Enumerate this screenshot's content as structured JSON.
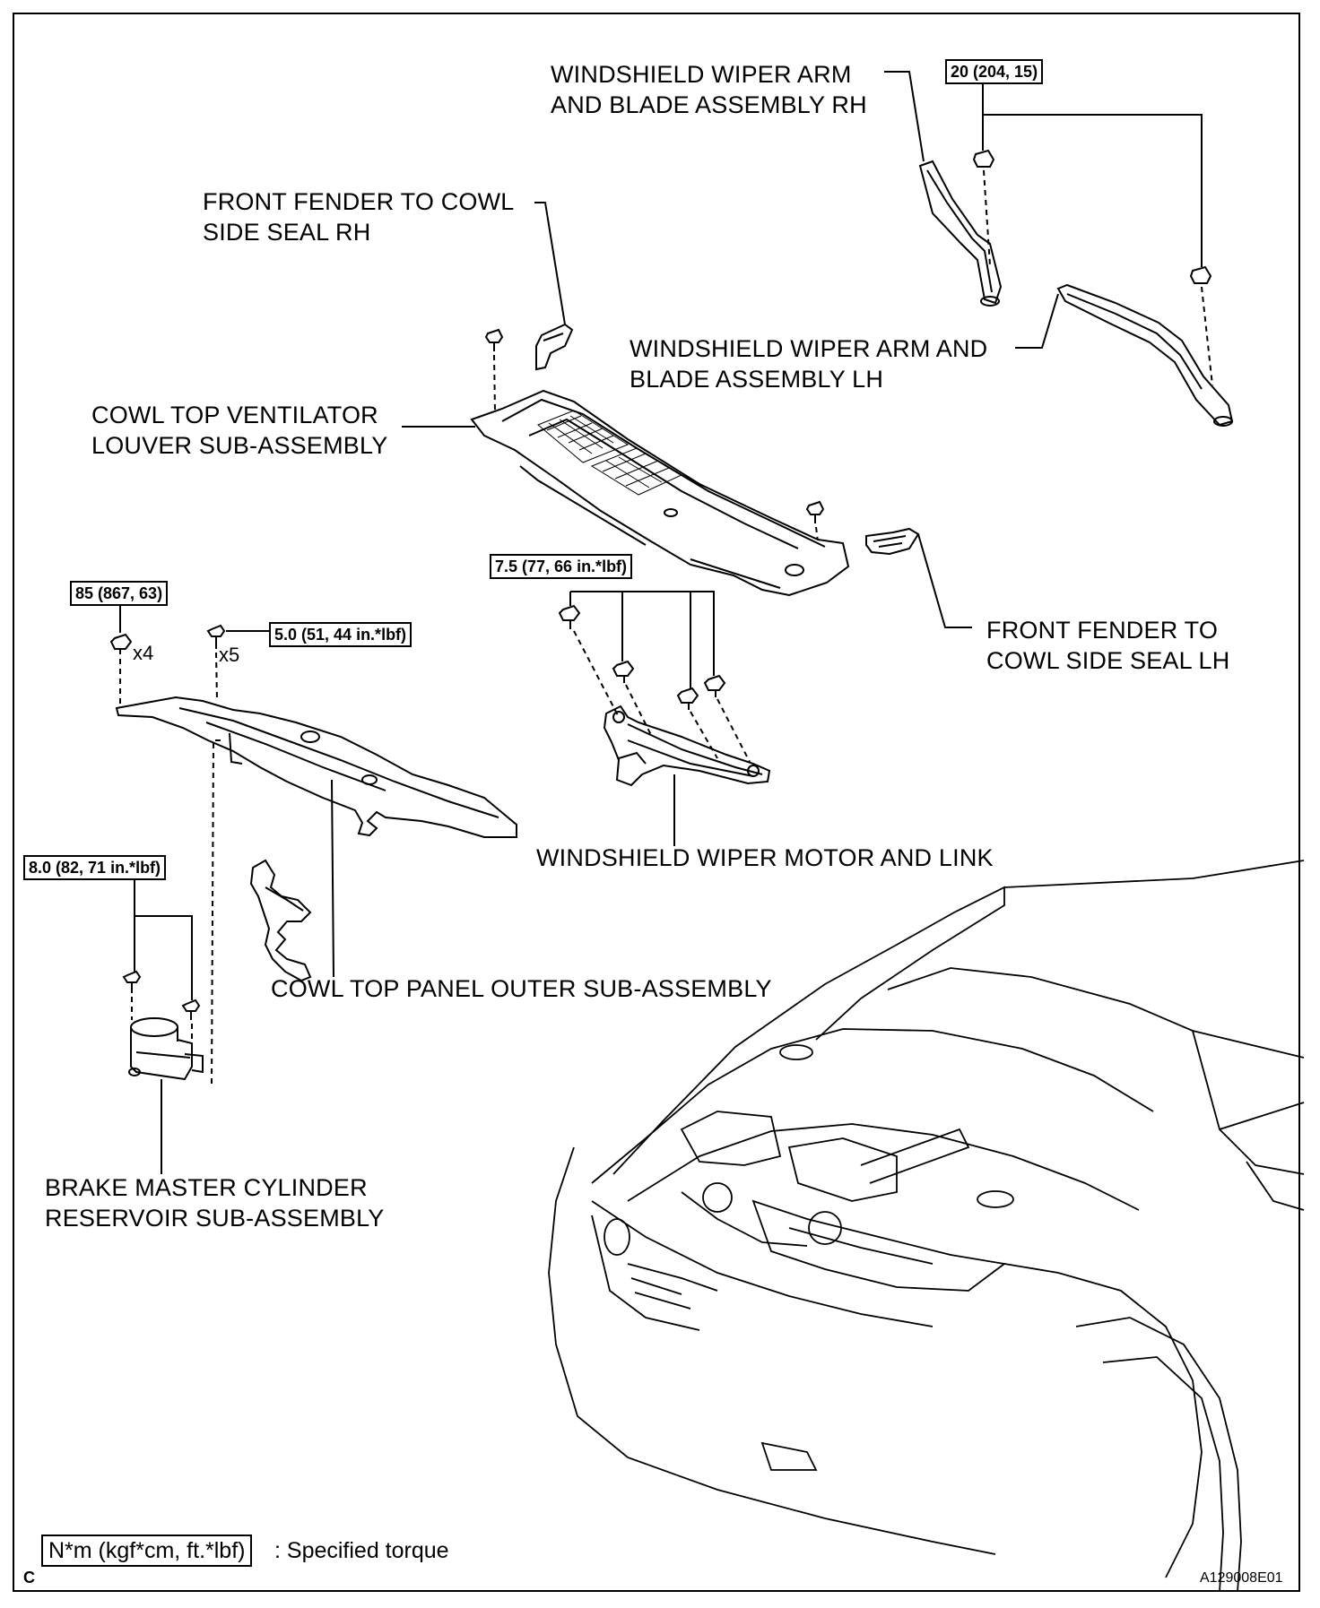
{
  "labels": {
    "wiper_arm_rh": [
      "WINDSHIELD  WIPER ARM",
      "AND BLADE ASSEMBLY RH"
    ],
    "fender_seal_rh": [
      "FRONT FENDER TO COWL",
      "SIDE SEAL RH"
    ],
    "wiper_arm_lh": [
      "WINDSHIELD  WIPER ARM AND",
      "BLADE ASSEMBLY LH"
    ],
    "cowl_louver": [
      "COWL TOP VENTILATOR",
      "LOUVER SUB-ASSEMBLY"
    ],
    "fender_seal_lh": [
      "FRONT FENDER TO",
      "COWL SIDE SEAL LH"
    ],
    "wiper_motor": "WINDSHIELD WIPER MOTOR AND LINK",
    "cowl_panel_outer": "COWL TOP PANEL OUTER SUB-ASSEMBLY",
    "brake_reservoir": [
      "BRAKE MASTER CYLINDER",
      "RESERVOIR SUB-ASSEMBLY"
    ]
  },
  "torques": {
    "wiper_arm": "20 (204, 15)",
    "wiper_motor": "7.5 (77, 66 in.*lbf)",
    "cowl_nut": "85 (867, 63)",
    "cowl_bolt": "5.0 (51, 44 in.*lbf)",
    "reservoir": "8.0 (82, 71 in.*lbf)"
  },
  "quantities": {
    "nut_count": "x4",
    "bolt_count": "x5"
  },
  "legend": {
    "box": "N*m (kgf*cm, ft.*lbf)",
    "text": ": Specified torque"
  },
  "corner_letter": "C",
  "figure_id": "A129008E01"
}
